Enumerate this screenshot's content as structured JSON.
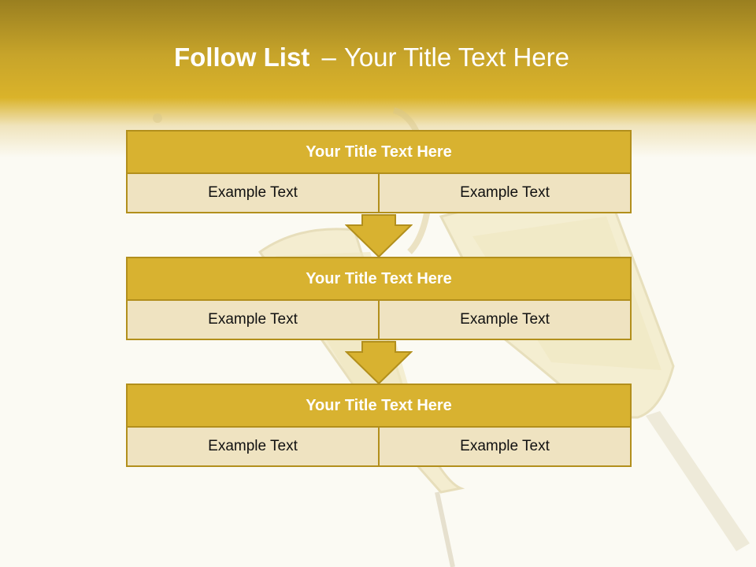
{
  "slide": {
    "title_bold": "Follow List",
    "title_separator": "–",
    "title_rest": "Your Title Text Here"
  },
  "blocks": [
    {
      "title": "Your Title Text Here",
      "items": [
        "Example Text",
        "Example Text"
      ]
    },
    {
      "title": "Your Title Text Here",
      "items": [
        "Example Text",
        "Example Text"
      ]
    },
    {
      "title": "Your Title Text Here",
      "items": [
        "Example Text",
        "Example Text"
      ]
    }
  ],
  "colors": {
    "header_fill": "#d8b230",
    "border": "#b28f1c",
    "cell_fill": "#efe3c1",
    "arrow_fill": "#d8b230"
  },
  "background_image": "champagne-glasses"
}
